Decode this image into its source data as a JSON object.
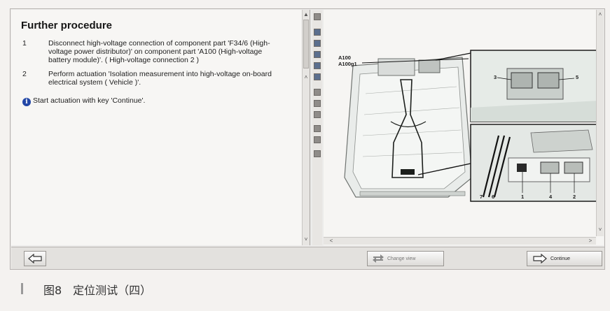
{
  "procedure": {
    "title": "Further procedure",
    "steps": [
      {
        "num": "1",
        "text": "Disconnect high-voltage connection of component part 'F34/6 (High-voltage power distributor)' on component part 'A100 (High-voltage battery module)'. ( High-voltage connection 2 )"
      },
      {
        "num": "2",
        "text": "Perform actuation 'Isolation measurement into high-voltage on-board electrical system ( Vehicle )'."
      }
    ],
    "info_text": "Start actuation with key 'Continue'."
  },
  "diagram": {
    "labels": {
      "a100": "A100",
      "a100g1": "A100g1",
      "l3": "3",
      "l5": "5",
      "l7": "7",
      "l6": "6",
      "l1": "1",
      "l4": "4",
      "l2": "2"
    }
  },
  "footer": {
    "change_view": "Change view",
    "continue": "Continue"
  },
  "caption": "图8　定位测试（四）",
  "icons": {
    "back": "arrow-left-icon",
    "change_view": "swap-arrows-icon",
    "continue": "arrow-right-icon",
    "info": "info-icon"
  }
}
